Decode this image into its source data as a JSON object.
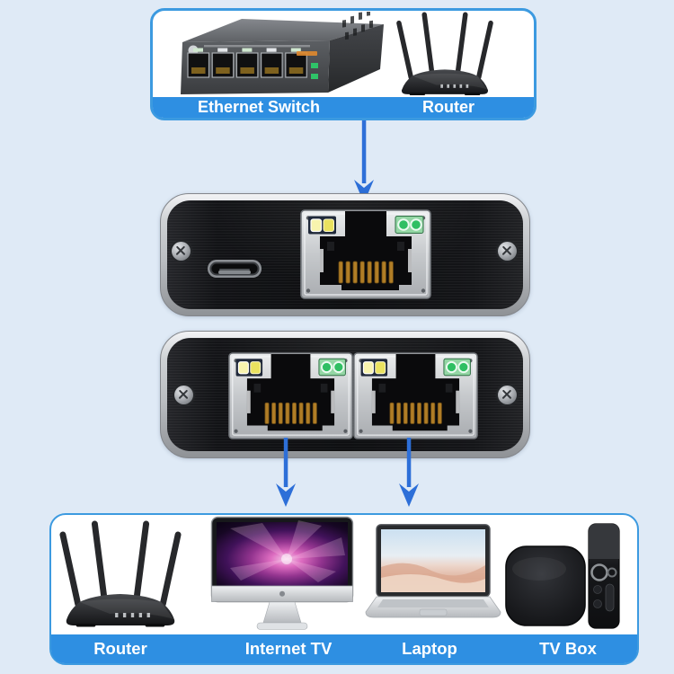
{
  "colors": {
    "background": "#dfeaf6",
    "panel_fill": "#ffffff",
    "panel_border": "#3c9ae0",
    "banner": "#2e8fe2",
    "label_text": "#ffffff",
    "arrow": "#2d6fd8",
    "led_yellow": "#f0ec7e",
    "led_green": "#2fbf63"
  },
  "top_panel": {
    "devices": [
      {
        "name": "ethernet-switch",
        "label": "Ethernet Switch"
      },
      {
        "name": "router",
        "label": "Router"
      }
    ]
  },
  "splitters": {
    "input_unit": {
      "ports": [
        "usb-c-power-port",
        "rj45-input-port"
      ]
    },
    "output_unit": {
      "ports": [
        "rj45-output-port-1",
        "rj45-output-port-2"
      ]
    }
  },
  "bottom_panel": {
    "devices": [
      {
        "name": "router",
        "label": "Router"
      },
      {
        "name": "internet-tv",
        "label": "Internet TV"
      },
      {
        "name": "laptop",
        "label": "Laptop"
      },
      {
        "name": "tv-box",
        "label": "TV Box"
      }
    ]
  }
}
